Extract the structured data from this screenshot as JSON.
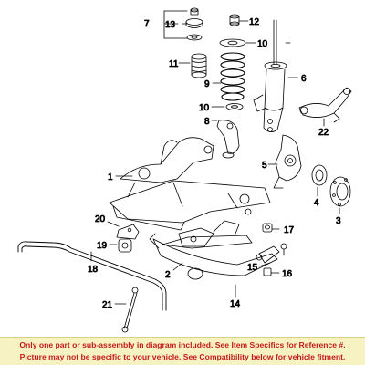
{
  "callouts": {
    "c1": "1",
    "c2": "2",
    "c3": "3",
    "c4": "4",
    "c5": "5",
    "c6": "6",
    "c7": "7",
    "c8": "8",
    "c9": "9",
    "c10a": "10",
    "c10b": "10",
    "c11": "11",
    "c12": "12",
    "c13": "13",
    "c14": "14",
    "c15": "15",
    "c16": "16",
    "c17": "17",
    "c18": "18",
    "c19": "19",
    "c20": "20",
    "c21": "21",
    "c22": "22"
  },
  "footer": {
    "line1": "Only one part or sub-assembly in diagram included. See Item Specifics for Reference #.",
    "line2": "Picture may not be specific to your vehicle. See Compatibility below for vehicle fitment."
  },
  "colors": {
    "footer_text": "#c61b1b",
    "footer_bg": "#f6f2c2",
    "line": "#000000"
  }
}
